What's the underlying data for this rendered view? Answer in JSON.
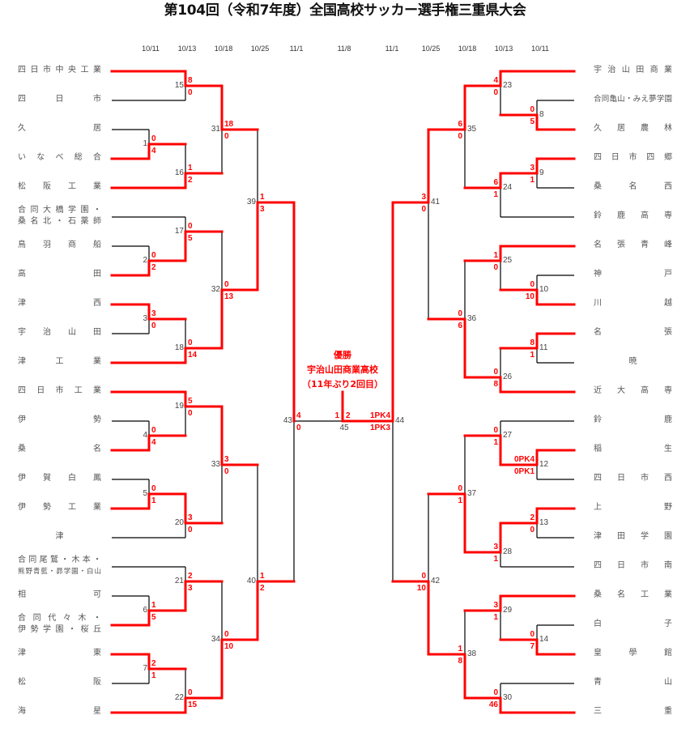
{
  "title": "第104回（令和7年度）全国高校サッカー選手権三重県大会",
  "colors": {
    "winner_line": "#ff0000",
    "loser_line": "#000000",
    "score_text": "#ff0000",
    "champion_text": "#ff0000"
  },
  "round_dates": {
    "left": [
      "10/11",
      "10/13",
      "10/18",
      "10/25",
      "11/1"
    ],
    "final": "11/8",
    "right": [
      "11/1",
      "10/25",
      "10/18",
      "10/13",
      "10/11"
    ]
  },
  "champion": {
    "label": "優勝",
    "school": "宇治山田商業高校",
    "note": "（11年ぶり2回目）"
  },
  "left": {
    "teams": [
      {
        "name": "四日市中央工業"
      },
      {
        "name": "四日市"
      },
      {
        "name": "久居"
      },
      {
        "name": "いなべ総合"
      },
      {
        "name": "松阪工業"
      },
      {
        "lines": [
          "合同大橋学園・",
          "桑名北・石薬師"
        ]
      },
      {
        "name": "鳥羽商船"
      },
      {
        "name": "高田"
      },
      {
        "name": "津西"
      },
      {
        "name": "宇治山田"
      },
      {
        "name": "津工業"
      },
      {
        "name": "四日市工業"
      },
      {
        "name": "伊勢"
      },
      {
        "name": "桑名"
      },
      {
        "name": "伊賀白鳳"
      },
      {
        "name": "伊勢工業"
      },
      {
        "name": "津"
      },
      {
        "lines": [
          "合同尾鷲・木本・",
          "熊野青藍・昴学園・白山"
        ]
      },
      {
        "name": "相可"
      },
      {
        "lines": [
          "合同代々木・",
          "伊勢学園・桜丘"
        ]
      },
      {
        "name": "津東"
      },
      {
        "name": "松阪"
      },
      {
        "name": "海星"
      }
    ],
    "matches": [
      {
        "id": 1,
        "round": 1,
        "a": {
          "team": 2
        },
        "b": {
          "team": 3
        },
        "score_a": "0",
        "score_b": "4",
        "winner": "b"
      },
      {
        "id": 2,
        "round": 1,
        "a": {
          "team": 6
        },
        "b": {
          "team": 7
        },
        "score_a": "0",
        "score_b": "2",
        "winner": "b"
      },
      {
        "id": 3,
        "round": 1,
        "a": {
          "team": 8
        },
        "b": {
          "team": 9
        },
        "score_a": "3",
        "score_b": "0",
        "winner": "a"
      },
      {
        "id": 4,
        "round": 1,
        "a": {
          "team": 12
        },
        "b": {
          "team": 13
        },
        "score_a": "0",
        "score_b": "4",
        "winner": "b"
      },
      {
        "id": 5,
        "round": 1,
        "a": {
          "team": 14
        },
        "b": {
          "team": 15
        },
        "score_a": "0",
        "score_b": "1",
        "winner": "b"
      },
      {
        "id": 6,
        "round": 1,
        "a": {
          "team": 18
        },
        "b": {
          "team": 19
        },
        "score_a": "1",
        "score_b": "5",
        "winner": "b"
      },
      {
        "id": 7,
        "round": 1,
        "a": {
          "team": 20
        },
        "b": {
          "team": 21
        },
        "score_a": "2",
        "score_b": "1",
        "winner": "a"
      },
      {
        "id": 15,
        "round": 2,
        "a": {
          "team": 0
        },
        "b": {
          "team": 1
        },
        "score_a": "8",
        "score_b": "0",
        "winner": "a"
      },
      {
        "id": 16,
        "round": 2,
        "a": {
          "match": 1
        },
        "b": {
          "team": 4
        },
        "score_a": "1",
        "score_b": "2",
        "winner": "b"
      },
      {
        "id": 17,
        "round": 2,
        "a": {
          "team": 5
        },
        "b": {
          "match": 2
        },
        "score_a": "0",
        "score_b": "5",
        "winner": "b"
      },
      {
        "id": 18,
        "round": 2,
        "a": {
          "match": 3
        },
        "b": {
          "team": 10
        },
        "score_a": "0",
        "score_b": "14",
        "winner": "b"
      },
      {
        "id": 19,
        "round": 2,
        "a": {
          "team": 11
        },
        "b": {
          "match": 4
        },
        "score_a": "5",
        "score_b": "0",
        "winner": "a"
      },
      {
        "id": 20,
        "round": 2,
        "a": {
          "match": 5
        },
        "b": {
          "team": 16
        },
        "score_a": "3",
        "score_b": "0",
        "winner": "a"
      },
      {
        "id": 21,
        "round": 2,
        "a": {
          "team": 17
        },
        "b": {
          "match": 6
        },
        "score_a": "2",
        "score_b": "3",
        "winner": "b"
      },
      {
        "id": 22,
        "round": 2,
        "a": {
          "match": 7
        },
        "b": {
          "team": 22
        },
        "score_a": "0",
        "score_b": "15",
        "winner": "b"
      },
      {
        "id": 31,
        "round": 3,
        "a": {
          "match": 15
        },
        "b": {
          "match": 16
        },
        "score_a": "18",
        "score_b": "0",
        "winner": "a"
      },
      {
        "id": 32,
        "round": 3,
        "a": {
          "match": 17
        },
        "b": {
          "match": 18
        },
        "score_a": "0",
        "score_b": "13",
        "winner": "b"
      },
      {
        "id": 33,
        "round": 3,
        "a": {
          "match": 19
        },
        "b": {
          "match": 20
        },
        "score_a": "3",
        "score_b": "0",
        "winner": "a"
      },
      {
        "id": 34,
        "round": 3,
        "a": {
          "match": 21
        },
        "b": {
          "match": 22
        },
        "score_a": "0",
        "score_b": "10",
        "winner": "b"
      },
      {
        "id": 39,
        "round": 4,
        "a": {
          "match": 31
        },
        "b": {
          "match": 32
        },
        "score_a": "1",
        "score_b": "3",
        "winner": "b"
      },
      {
        "id": 40,
        "round": 4,
        "a": {
          "match": 33
        },
        "b": {
          "match": 34
        },
        "score_a": "1",
        "score_b": "2",
        "winner": "b"
      },
      {
        "id": 43,
        "round": 5,
        "a": {
          "match": 39
        },
        "b": {
          "match": 40
        },
        "score_a": "4",
        "score_b": "0",
        "winner": "a"
      }
    ]
  },
  "right": {
    "teams": [
      {
        "name": "宇治山田商業"
      },
      {
        "name": "合同亀山・みえ夢学園"
      },
      {
        "name": "久居農林"
      },
      {
        "name": "四日市四郷"
      },
      {
        "name": "桑名西"
      },
      {
        "name": "鈴鹿高専"
      },
      {
        "name": "名張青峰"
      },
      {
        "name": "神戸"
      },
      {
        "name": "川越"
      },
      {
        "name": "名張"
      },
      {
        "name": "暁"
      },
      {
        "name": "近大高専"
      },
      {
        "name": "鈴鹿"
      },
      {
        "name": "稲生"
      },
      {
        "name": "四日市西"
      },
      {
        "name": "上野"
      },
      {
        "name": "津田学園"
      },
      {
        "name": "四日市南"
      },
      {
        "name": "桑名工業"
      },
      {
        "name": "白子"
      },
      {
        "name": "皇學館"
      },
      {
        "name": "青山"
      },
      {
        "name": "三重"
      }
    ],
    "matches": [
      {
        "id": 8,
        "round": 1,
        "a": {
          "team": 1
        },
        "b": {
          "team": 2
        },
        "score_a": "0",
        "score_b": "5",
        "winner": "b"
      },
      {
        "id": 9,
        "round": 1,
        "a": {
          "team": 3
        },
        "b": {
          "team": 4
        },
        "score_a": "3",
        "score_b": "1",
        "winner": "a"
      },
      {
        "id": 10,
        "round": 1,
        "a": {
          "team": 7
        },
        "b": {
          "team": 8
        },
        "score_a": "0",
        "score_b": "10",
        "winner": "b"
      },
      {
        "id": 11,
        "round": 1,
        "a": {
          "team": 9
        },
        "b": {
          "team": 10
        },
        "score_a": "8",
        "score_b": "1",
        "winner": "a"
      },
      {
        "id": 12,
        "round": 1,
        "a": {
          "team": 13
        },
        "b": {
          "team": 14
        },
        "score_a": "0PK4",
        "score_b": "0PK1",
        "winner": "a"
      },
      {
        "id": 13,
        "round": 1,
        "a": {
          "team": 15
        },
        "b": {
          "team": 16
        },
        "score_a": "2",
        "score_b": "0",
        "winner": "a"
      },
      {
        "id": 14,
        "round": 1,
        "a": {
          "team": 19
        },
        "b": {
          "team": 20
        },
        "score_a": "0",
        "score_b": "7",
        "winner": "b"
      },
      {
        "id": 23,
        "round": 2,
        "a": {
          "team": 0
        },
        "b": {
          "match": 8
        },
        "score_a": "4",
        "score_b": "0",
        "winner": "a"
      },
      {
        "id": 24,
        "round": 2,
        "a": {
          "match": 9
        },
        "b": {
          "team": 5
        },
        "score_a": "6",
        "score_b": "1",
        "winner": "a"
      },
      {
        "id": 25,
        "round": 2,
        "a": {
          "team": 6
        },
        "b": {
          "match": 10
        },
        "score_a": "1",
        "score_b": "0",
        "winner": "a"
      },
      {
        "id": 26,
        "round": 2,
        "a": {
          "match": 11
        },
        "b": {
          "team": 11
        },
        "score_a": "0",
        "score_b": "8",
        "winner": "b"
      },
      {
        "id": 27,
        "round": 2,
        "a": {
          "team": 12
        },
        "b": {
          "match": 12
        },
        "score_a": "0",
        "score_b": "1",
        "winner": "b"
      },
      {
        "id": 28,
        "round": 2,
        "a": {
          "match": 13
        },
        "b": {
          "team": 17
        },
        "score_a": "3",
        "score_b": "1",
        "winner": "a"
      },
      {
        "id": 29,
        "round": 2,
        "a": {
          "team": 18
        },
        "b": {
          "match": 14
        },
        "score_a": "3",
        "score_b": "1",
        "winner": "a"
      },
      {
        "id": 30,
        "round": 2,
        "a": {
          "team": 21
        },
        "b": {
          "team": 22
        },
        "score_a": "0",
        "score_b": "46",
        "winner": "b"
      },
      {
        "id": 35,
        "round": 3,
        "a": {
          "match": 23
        },
        "b": {
          "match": 24
        },
        "score_a": "6",
        "score_b": "0",
        "winner": "a"
      },
      {
        "id": 36,
        "round": 3,
        "a": {
          "match": 25
        },
        "b": {
          "match": 26
        },
        "score_a": "0",
        "score_b": "6",
        "winner": "b"
      },
      {
        "id": 37,
        "round": 3,
        "a": {
          "match": 27
        },
        "b": {
          "match": 28
        },
        "score_a": "0",
        "score_b": "1",
        "winner": "b"
      },
      {
        "id": 38,
        "round": 3,
        "a": {
          "match": 29
        },
        "b": {
          "match": 30
        },
        "score_a": "1",
        "score_b": "8",
        "winner": "b"
      },
      {
        "id": 41,
        "round": 4,
        "a": {
          "match": 35
        },
        "b": {
          "match": 36
        },
        "score_a": "3",
        "score_b": "0",
        "winner": "a"
      },
      {
        "id": 42,
        "round": 4,
        "a": {
          "match": 37
        },
        "b": {
          "match": 38
        },
        "score_a": "0",
        "score_b": "10",
        "winner": "b"
      },
      {
        "id": 44,
        "round": 5,
        "a": {
          "match": 41
        },
        "b": {
          "match": 42
        },
        "score_a": "1PK4",
        "score_b": "1PK3",
        "winner": "a"
      }
    ]
  },
  "final": {
    "id": 45,
    "left_match": 43,
    "right_match": 44,
    "score_left": "1",
    "score_right": "2",
    "winner": "right"
  }
}
